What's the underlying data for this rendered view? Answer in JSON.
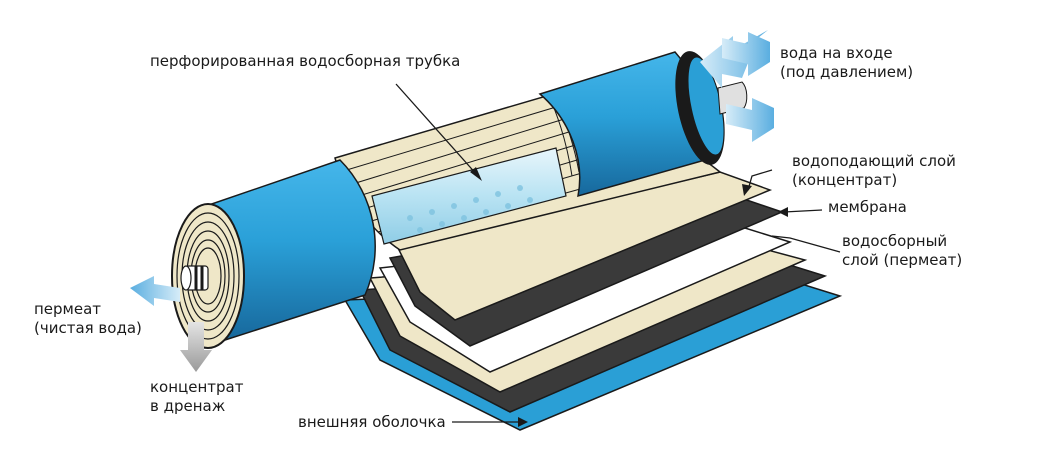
{
  "labels": {
    "tube": "перфорированная водосборная трубка",
    "inlet_1": "вода на входе",
    "inlet_2": "(под давлением)",
    "feed_1": "водоподающий слой",
    "feed_2": "(концентрат)",
    "membrane": "мембрана",
    "permeate_layer_1": "водосборный",
    "permeate_layer_2": "слой (пермеат)",
    "permeate_1": "пермеат",
    "permeate_2": "(чистая вода)",
    "concentrate_1": "концентрат",
    "concentrate_2": "в дренаж",
    "shell": "внешняя оболочка"
  },
  "colors": {
    "shell_blue": "#2a9fd6",
    "shell_dark": "#1a6fa3",
    "layer_beige": "#efe7c8",
    "layer_dark": "#3a3a3a",
    "layer_white": "#ffffff",
    "arrow_blue": "#8fc8ec",
    "arrow_gray": "#a8a8a8",
    "outline": "#1a1a1a"
  }
}
